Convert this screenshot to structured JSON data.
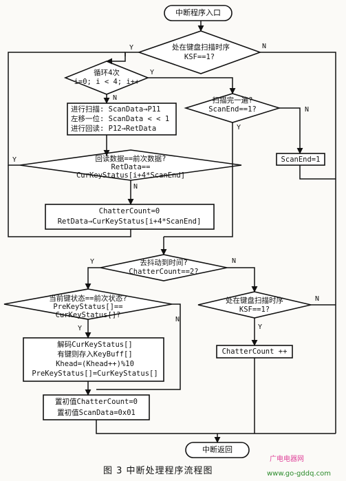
{
  "flowchart": {
    "start": "中断程序入口",
    "end": "中断返回",
    "d_scan_ksf": [
      "处在键盘扫描时序",
      "KSF==1?"
    ],
    "d_loop4": [
      "循环4次",
      "i=0; i < 4; i++"
    ],
    "p_scan": [
      "进行扫描: ScanData→P11",
      "左移一位: ScanData < < 1",
      "进行回读: P12→RetData"
    ],
    "d_scan_done": [
      "扫描完一遍?",
      "ScanEnd==1?"
    ],
    "d_readback": [
      "回读数据==前次数据?",
      "RetData==",
      "CurKeyStatus[i+4*ScanEnd]"
    ],
    "p_scanend": "ScanEnd=1",
    "p_chatter_reset": [
      "ChatterCount=0",
      "RetData→CurKeyStatus[i+4*ScanEnd]"
    ],
    "d_debounce": [
      "去抖动到时间?",
      "ChatterCount==2?"
    ],
    "d_keystate": [
      "当前键状态==前次状态?",
      "PreKeyStatus[]==",
      "CurKeyStatus[]?"
    ],
    "d_ksf2": [
      "处在键盘扫描时序",
      "KSF==1?"
    ],
    "p_decode": [
      "解码CurKeyStatus[]",
      "有键则存入KeyBuff[]",
      "Khead=(Khead++)%10",
      "PreKeyStatus[]=CurKeyStatus[]"
    ],
    "p_chatter_inc": "ChatterCount ++",
    "p_init": [
      "置初值ChatterCount=0",
      "置初值ScanData=0x01"
    ]
  },
  "branch_labels": {
    "yes": "Y",
    "no": "N"
  },
  "caption": "图 3    中断处理程序流程图",
  "watermark": {
    "line1": "广电电器网",
    "line2": "www.go-gddq.com"
  },
  "colors": {
    "line": "#111111",
    "background": "#fbfaf7",
    "watermark_pink": "#e0459b",
    "watermark_green": "#2a8a2a"
  }
}
